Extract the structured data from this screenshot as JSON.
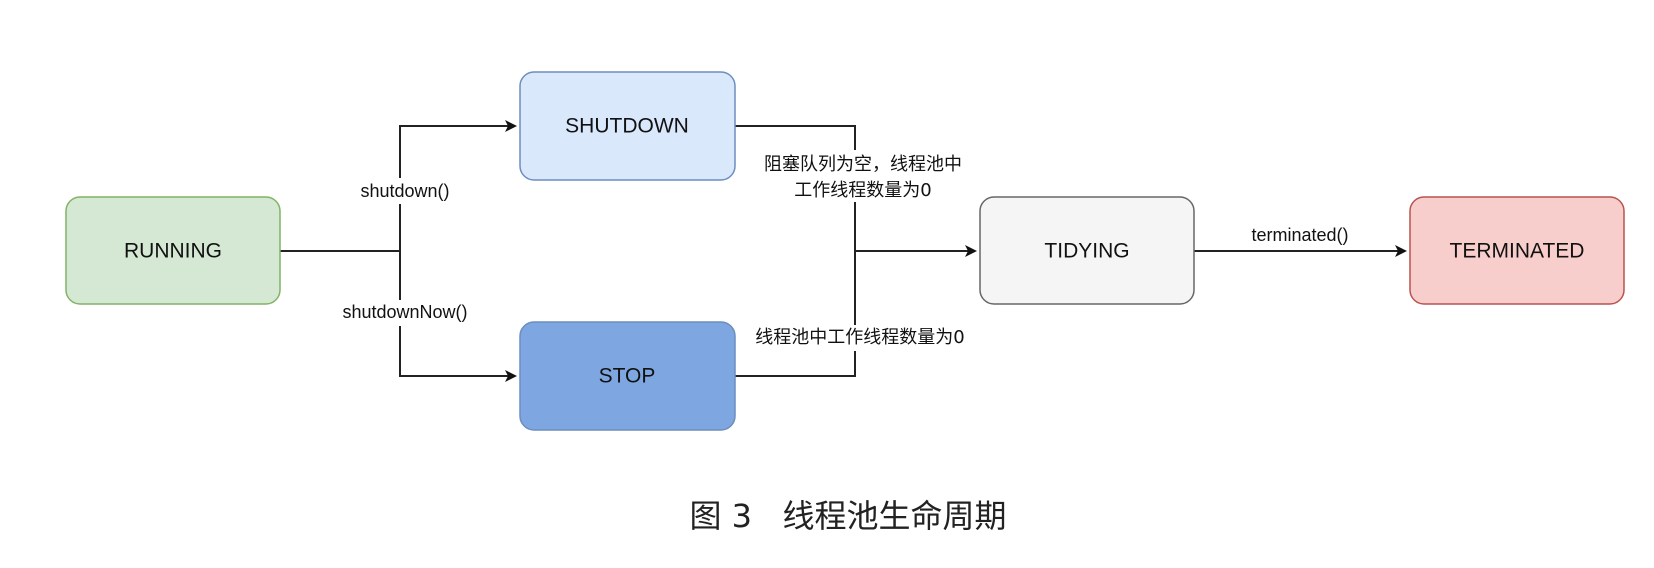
{
  "diagram": {
    "nodes": {
      "running": {
        "label": "RUNNING",
        "fill": "#d5e8d4",
        "stroke": "#82b366"
      },
      "shutdown": {
        "label": "SHUTDOWN",
        "fill": "#dae8fc",
        "stroke": "#6c8ebf"
      },
      "stop": {
        "label": "STOP",
        "fill": "#7ea6e0",
        "stroke": "#6c8ebf"
      },
      "tidying": {
        "label": "TIDYING",
        "fill": "#f5f5f5",
        "stroke": "#666666"
      },
      "terminated": {
        "label": "TERMINATED",
        "fill": "#f8cecc",
        "stroke": "#b85450"
      }
    },
    "edges": {
      "shutdown_call": "shutdown()",
      "shutdown_now_call": "shutdownNow()",
      "shutdown_to_tidying_line1": "阻塞队列为空，线程池中",
      "shutdown_to_tidying_line2": "工作线程数量为0",
      "stop_to_tidying": "线程池中工作线程数量为0",
      "terminated_call": "terminated()"
    }
  },
  "caption": "图 3   线程池生命周期"
}
